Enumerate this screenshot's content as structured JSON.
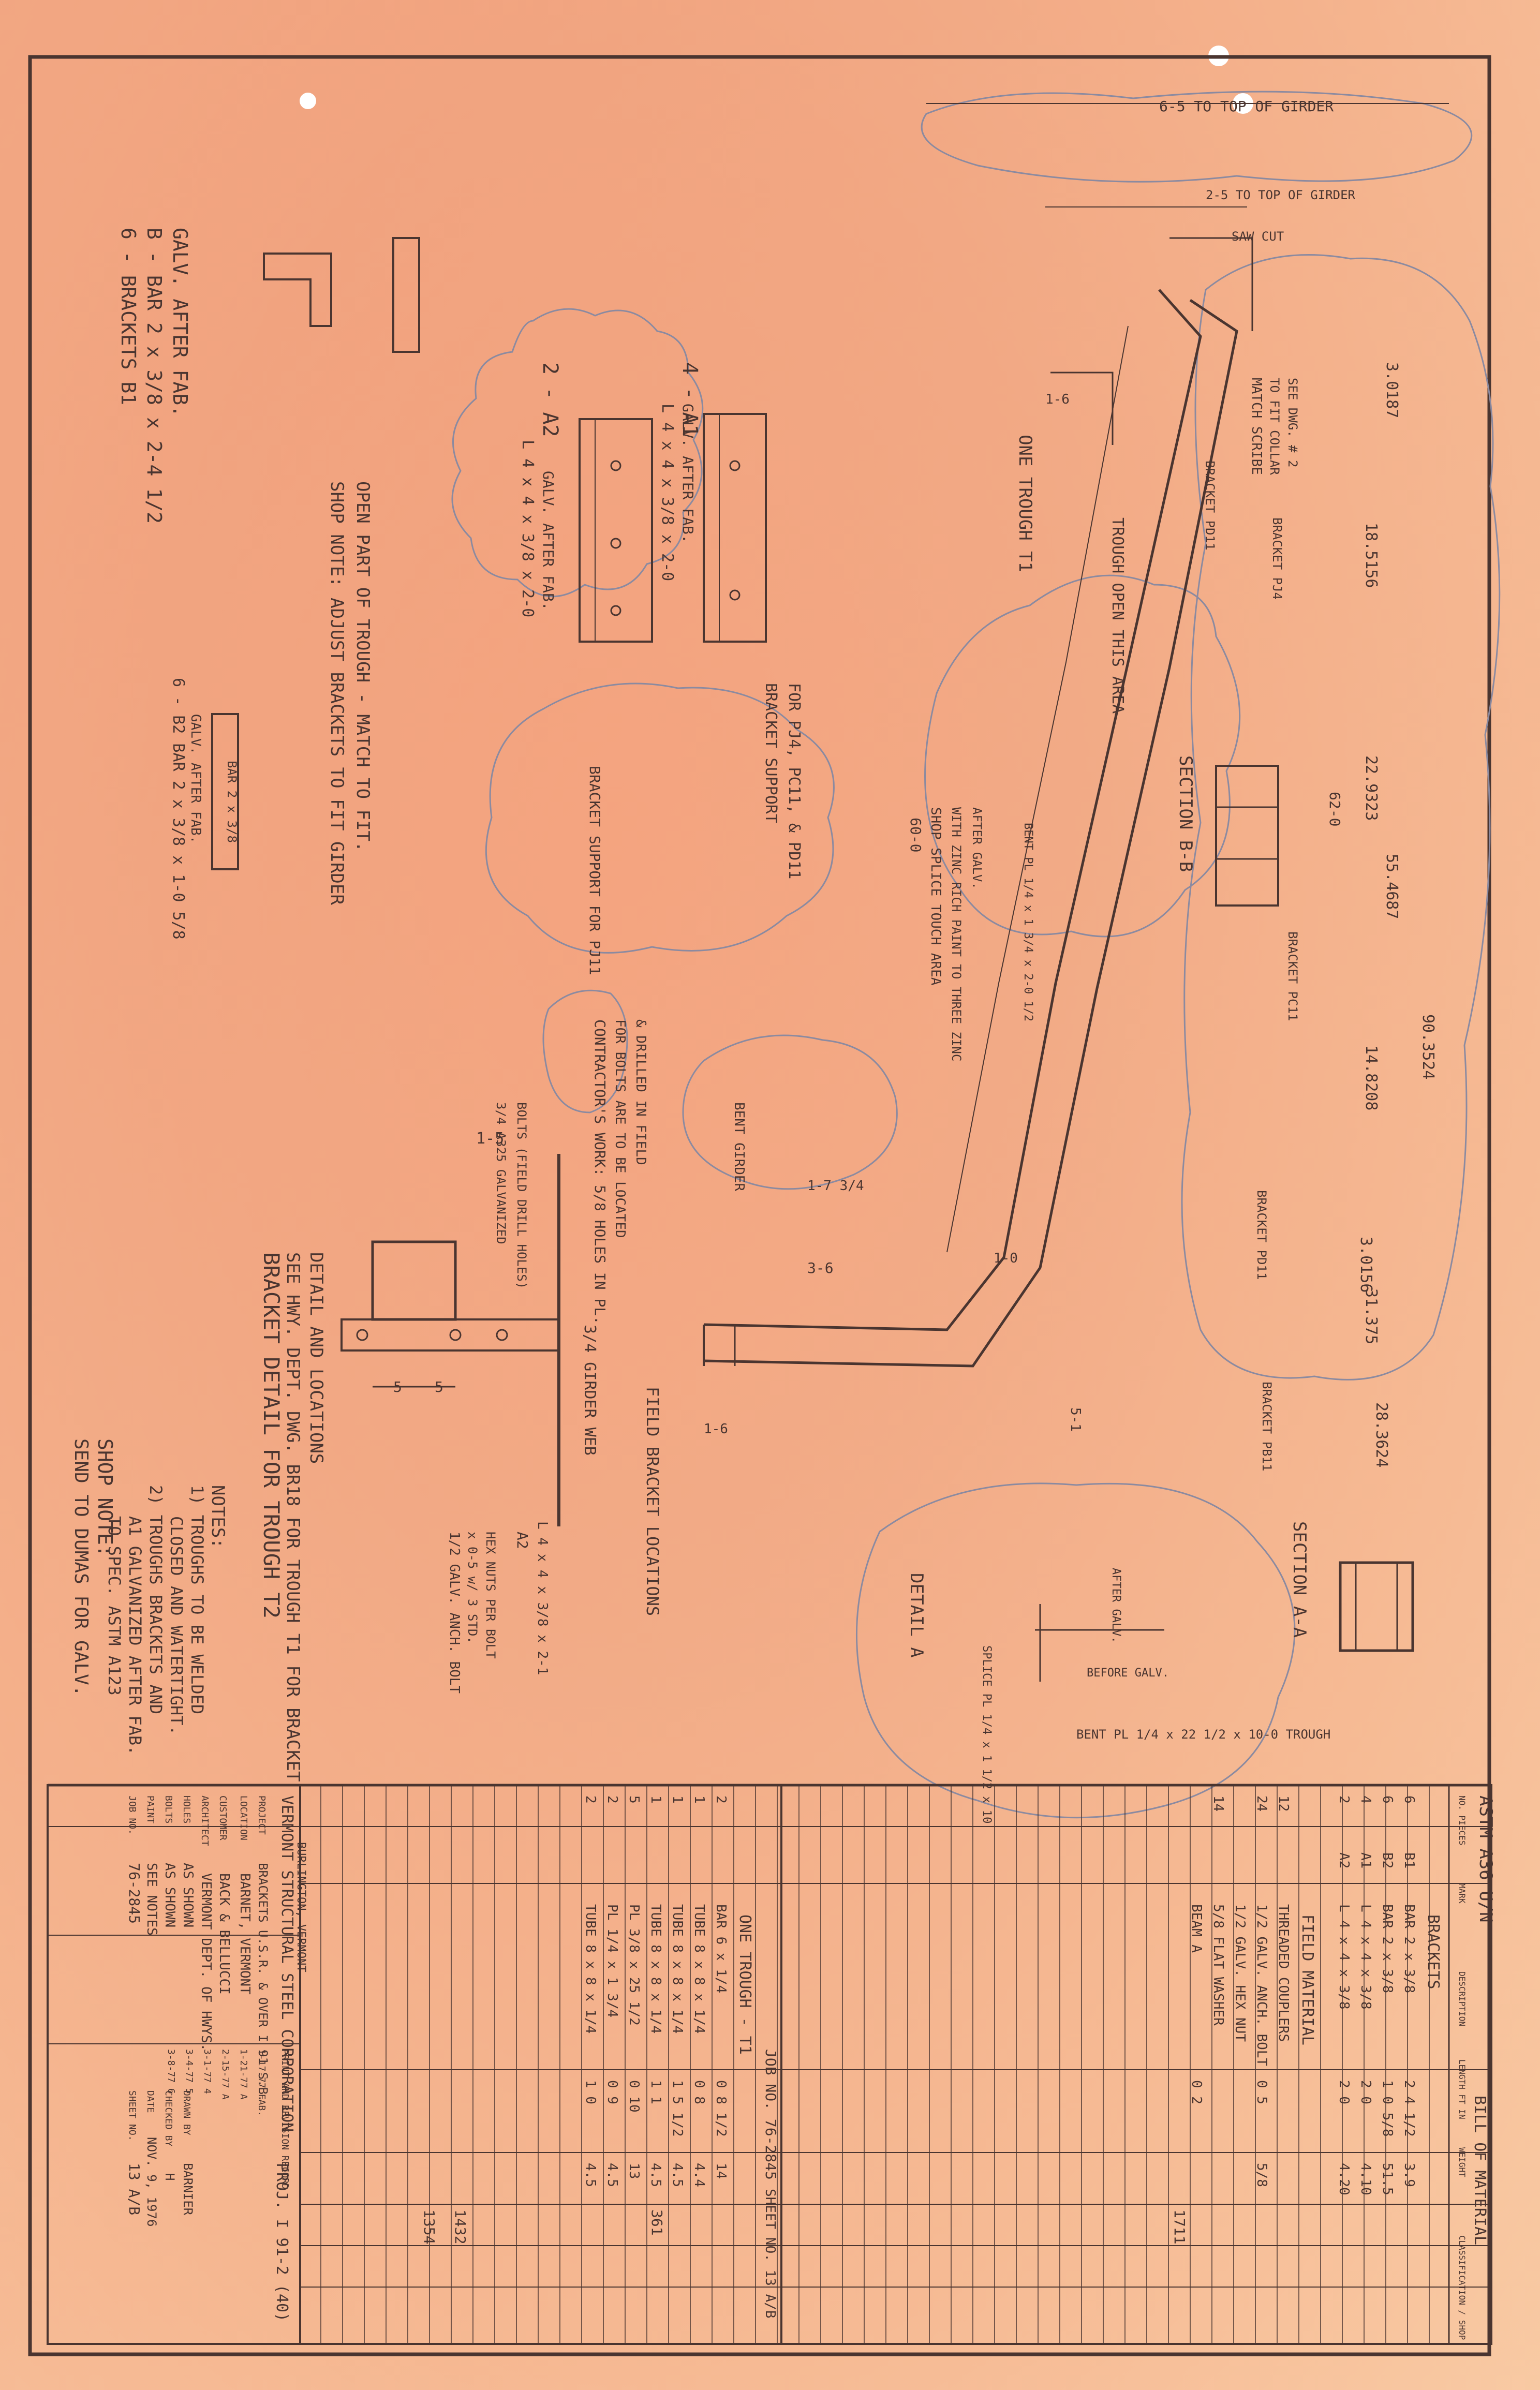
{
  "title_block": {
    "company": "VERMONT STRUCTURAL STEEL CORPORATION",
    "city": "BURLINGTON, VERMONT",
    "proj": "PROJ. I 91-2 (40)",
    "project_label": "PROJECT",
    "project": "BRACKETS U.S.R. & OVER I 91 S.B.",
    "location_label": "LOCATION",
    "location": "BARNET, VERMONT",
    "customer_label": "CUSTOMER",
    "customer": "BACK & BELLUCCI",
    "architect_label": "ARCHITECT",
    "architect": "VERMONT DEPT. OF HWYS.",
    "holes_label": "HOLES",
    "holes": "AS SHOWN",
    "drawn_by_label": "DRAWN BY",
    "drawn_by": "BARNIER",
    "bolts_label": "BOLTS",
    "bolts": "AS SHOWN",
    "checked_by_label": "CHECKED BY",
    "checked_by": "H",
    "paint_label": "PAINT",
    "paint": "SEE NOTES",
    "date_label": "DATE",
    "date": "NOV. 9, 1976",
    "job_label": "JOB NO.",
    "job": "76-2845",
    "sheet_label": "SHEET NO.",
    "sheet": "13 A/B",
    "revision_header": "PRINT AND REVISION RECORD",
    "revisions": [
      "1-17-77 FAB.",
      "1-21-77 A",
      "2-15-77 A",
      "3-1-77 4",
      "3-4-77 5",
      "3-8-77 6"
    ]
  },
  "bill_of_material": {
    "title": "BILL OF MATERIAL",
    "astm": "ASTM A36 U/N",
    "job_line": "JOB NO. 76-2845",
    "sheet_line": "SHEET NO. 13 A/B",
    "columns": [
      "NO. PIECES",
      "MARK",
      "DESCRIPTION",
      "LENGTH FT IN",
      "WEIGHT",
      "CLASSIFICATION / SHOP"
    ],
    "groups": [
      {
        "heading": "BRACKETS",
        "rows": [
          [
            "6",
            "B1",
            "BAR 2 x 3/8",
            "2 4 1/2",
            "3.9"
          ],
          [
            "6",
            "B2",
            "BAR 2 x 3/8",
            "1 0 5/8",
            "51.5"
          ],
          [
            "4",
            "A1",
            "L 4 x 4 x 3/8",
            "2 0",
            "4.10"
          ],
          [
            "2",
            "A2",
            "L 4 x 4 x 3/8",
            "2 0",
            "4.20"
          ]
        ]
      },
      {
        "heading": "FIELD MATERIAL",
        "rows": [
          [
            "12",
            "",
            "THREADED COUPLERS",
            "",
            ""
          ],
          [
            "24",
            "",
            "1/2 GALV. ANCH. BOLT",
            "0 5",
            "5/8"
          ],
          [
            "",
            "",
            "1/2 GALV. HEX NUT",
            "",
            ""
          ],
          [
            "14",
            "",
            "5/8 FLAT WASHER",
            "",
            ""
          ],
          [
            "",
            "",
            "BEAM A",
            "0 2",
            ""
          ]
        ]
      },
      {
        "heading": "ONE TROUGH - T1",
        "rows": [
          [
            "2",
            "",
            "BAR 6 x 1/4",
            "0 8 1/2",
            "14"
          ],
          [
            "1",
            "",
            "TUBE 8 x 8 x 1/4",
            "0 8",
            "4.4"
          ],
          [
            "1",
            "",
            "TUBE 8 x 8 x 1/4",
            "1 5 1/2",
            "4.5"
          ],
          [
            "1",
            "",
            "TUBE 8 x 8 x 1/4",
            "1 1",
            "4.5"
          ],
          [
            "5",
            "",
            "PL 3/8 x 25 1/2",
            "0 10",
            "13"
          ],
          [
            "2",
            "",
            "PL 1/4 x 1 3/4",
            "0 9",
            "4.5"
          ],
          [
            "2",
            "",
            "TUBE 8 x 8 x 1/4",
            "1 0",
            "4.5"
          ]
        ]
      }
    ],
    "totals": [
      "1711",
      "361",
      "1432",
      "1354"
    ]
  },
  "notes": {
    "bracket_title": "BRACKET DETAIL FOR TROUGH T2",
    "see_hwy": "SEE HWY. DEPT. DWG. BR18 FOR TROUGH T1 FOR BRACKET",
    "see_hwy2": "DETAIL AND LOCATIONS",
    "notes_title": "NOTES:",
    "note1": "1) TROUGHS TO BE WELDED",
    "note1b": "CLOSED AND WATERTIGHT.",
    "note2": "2) TROUGHS BRACKETS AND",
    "note2b": "A1 GALVANIZED AFTER FAB.",
    "note2c": "TO SPEC. ASTM A123",
    "shop_note": "SHOP NOTE:",
    "shop_note2": "SEND TO DUMAS FOR GALV.",
    "shop_note3": "SHOP NOTE: ADJUST BRACKETS TO FIT GIRDER",
    "shop_note4": "OPEN PART OF TROUGH - MATCH TO FIT.",
    "brackets_b1": "6 - BRACKETS B1",
    "brackets_b2": "B - BAR 2 x 3/8 x 2-4 1/2",
    "galv": "GALV. AFTER FAB.",
    "b2_label": "6 - B2 BAR 2 x 3/8 x 1-0 5/8",
    "b2_galv": "GALV. AFTER FAB.",
    "a1_label": "4 - A1",
    "a1_desc": "L 4 x 4 x 3/8 x 2-0",
    "a1_galv": "GALV. AFTER FAB.",
    "a2_label": "2 - A2",
    "a2_desc": "L 4 x 4 x 3/8 x 2-0",
    "a2_galv": "GALV. AFTER FAB.",
    "bracket_support": "BRACKET SUPPORT",
    "bracket_support2": "FOR PJ4, PC11, & PD11",
    "bracket_support3": "BRACKET SUPPORT FOR PJ11",
    "contractors": "CONTRACTOR'S WORK: 5/8 HOLES IN PL.",
    "contractors2": "FOR BOLTS ARE TO BE LOCATED",
    "contractors3": "& DRILLED IN FIELD",
    "girder_web": "3/4 GIRDER WEB",
    "a2_tag": "A2",
    "a2_tag2": "L 4 x 4 x 3/8 x 2-1",
    "anch": "1/2 GALV. ANCH. BOLT",
    "anch2": "x 0-5 w/ 3 STD.",
    "anch3": "HEX NUTS PER BOLT",
    "a325": "3/4 A325 GALVANIZED",
    "a325b": "BOLTS (FIELD DRILL HOLES)",
    "field_bracket": "FIELD BRACKET LOCATIONS",
    "bent_girder": "BENT GIRDER",
    "one_trough": "ONE TROUGH T1",
    "trough_open": "TROUGH OPEN THIS AREA",
    "section_bb": "SECTION B-B",
    "section_aa": "SECTION A-A",
    "detail_a": "DETAIL A",
    "shop_splice": "SHOP SPLICE TOUCH AREA",
    "shop_splice2": "WITH ZINC RICH PAINT TO THREE ZINC",
    "shop_splice3": "AFTER GALV.",
    "match_scribe": "MATCH SCRIBE",
    "match_scribe2": "TO FIT COLLAR",
    "match_scribe3": "SEE DWG. # 2",
    "top_girder": "6-5 TO TOP OF GIRDER",
    "top_girder2": "2-5 TO TOP OF GIRDER",
    "saw_cut": "SAW CUT",
    "bracket_pj4": "BRACKET PJ4",
    "bracket_pd11": "BRACKET PD11",
    "bracket_pc11": "BRACKET PC11",
    "bracket_pd11b": "BRACKET PD11",
    "bracket_pb11": "BRACKET PB11",
    "before_galv": "BEFORE GALV.",
    "bent_trough": "BENT PL 1/4 x 22 1/2 x 10-0 TROUGH",
    "splice": "SPLICE PL 1/4 x 1 1/2 x 10",
    "after_galv": "AFTER GALV.",
    "dim_1": "3.0187",
    "dim_2": "18.5156",
    "dim_3": "22.9323",
    "dim_4": "55.4687",
    "dim_5": "14.8208",
    "dim_6": "3.0156",
    "dim_7": "31.375",
    "dim_8": "28.3624",
    "dim_9": "90.3524",
    "dim_10": "62-0",
    "dim_11": "60-0",
    "dim_12": "1-5",
    "dim_13": "3-6",
    "dim_14": "1-6",
    "dim_15": "1-0",
    "dim_16": "5-1",
    "dim_17": "1-7 3/4",
    "dim_18": "1-6",
    "dim_19": "5",
    "dim_20": "5",
    "bent_pl": "BENT PL 1/4 x 1 3/4 x 2-0 1/2",
    "bar_desc": "BAR 2 x 3/8"
  }
}
